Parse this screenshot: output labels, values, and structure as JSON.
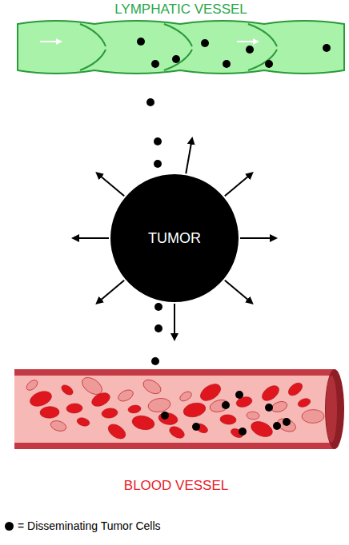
{
  "diagram": {
    "nodes": [
      {
        "text": [
          "LYMPHATIC VESSEL"
        ]
      },
      {
        "text": [
          "TUMOR"
        ]
      },
      {
        "text": [
          "BLOOD VESSEL"
        ]
      }
    ],
    "legend": [
      {
        "text": "= Disseminating Tumor Cells",
        "color": "#000000"
      }
    ]
  }
}
